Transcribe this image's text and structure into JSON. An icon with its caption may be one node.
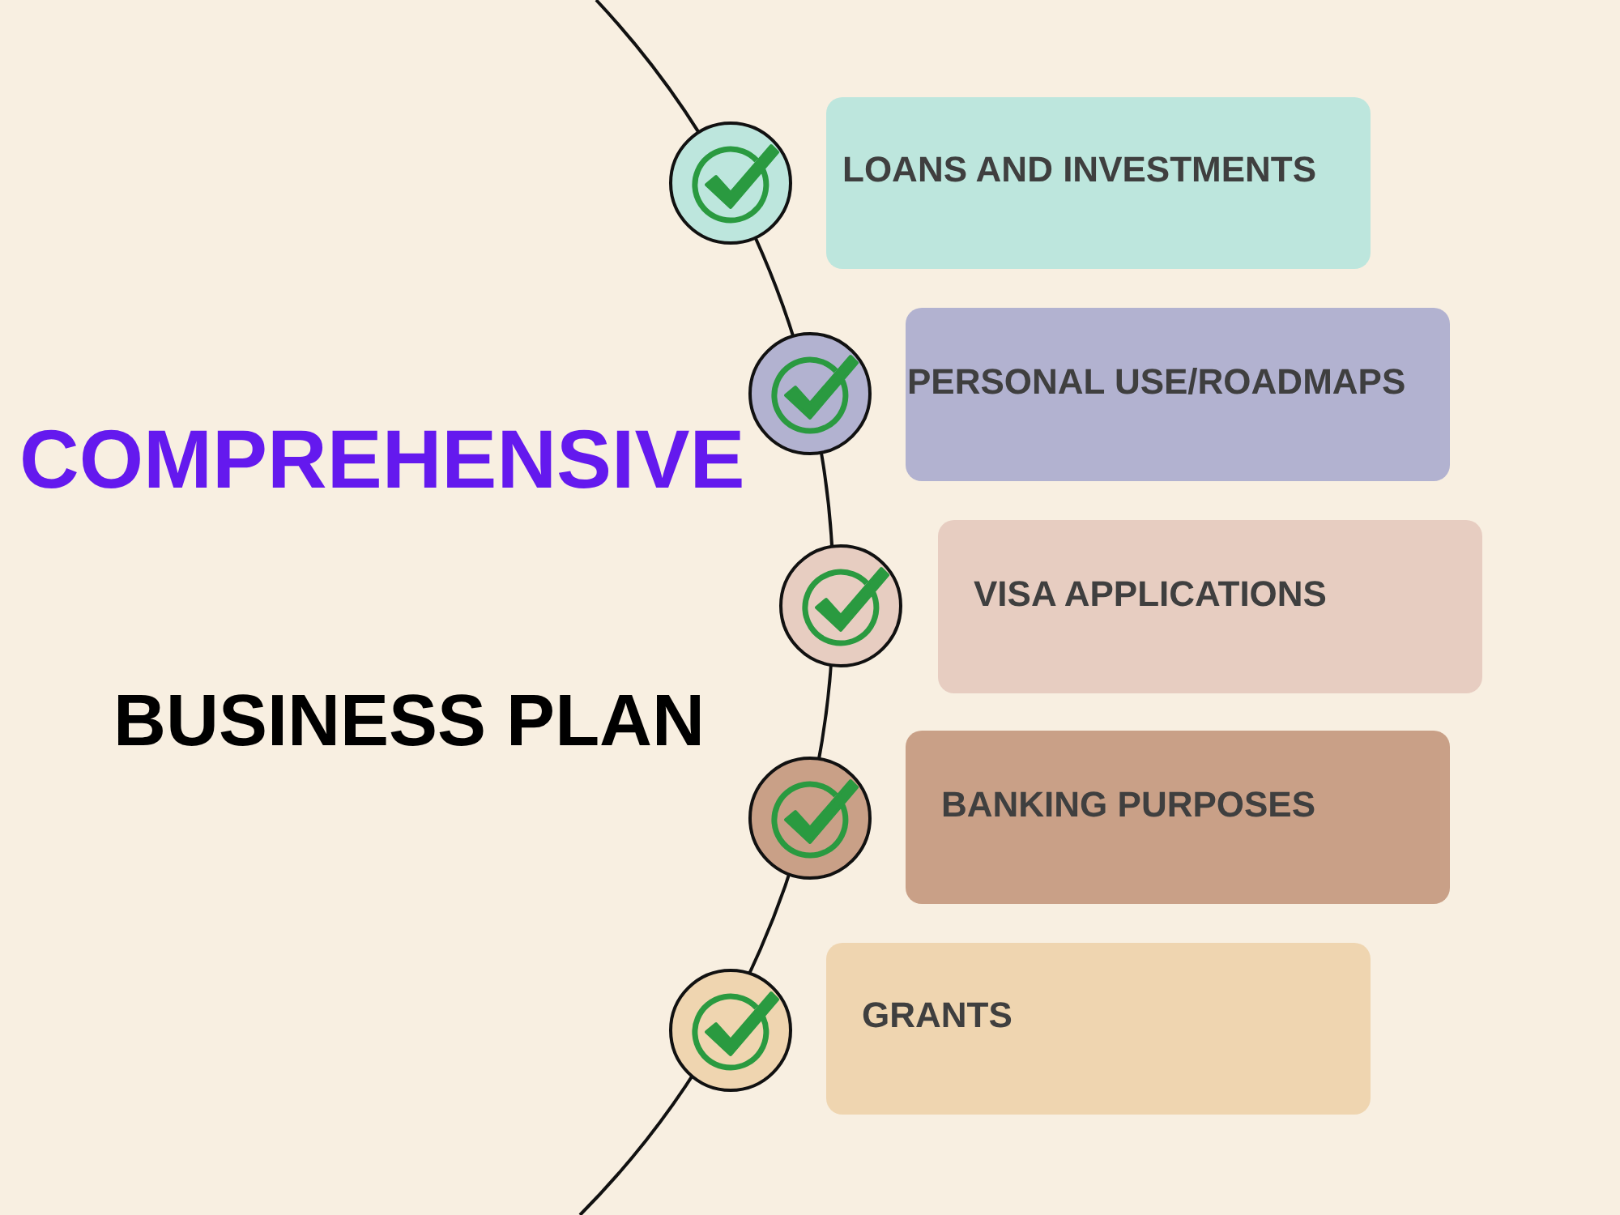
{
  "diagram": {
    "nodes": [
      {
        "text": [
          "LOANS AND INVESTMENTS"
        ]
      },
      {
        "text": [
          "PERSONAL USE/ROADMAPS"
        ]
      },
      {
        "text": [
          "VISA APPLICATIONS"
        ]
      },
      {
        "text": [
          "BANKING PURPOSES"
        ]
      },
      {
        "text": [
          "GRANTS"
        ]
      }
    ],
    "labels": [
      "COMPREHENSIVE",
      "BUSINESS PLAN"
    ]
  }
}
